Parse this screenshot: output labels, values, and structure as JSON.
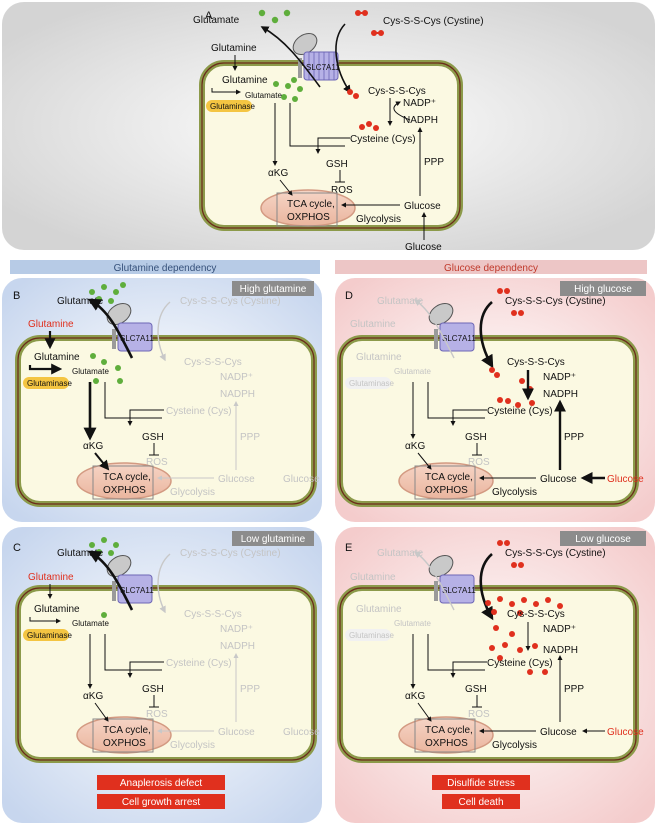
{
  "figure": {
    "panels": {
      "A": {
        "letter": "A"
      },
      "B": {
        "letter": "B",
        "badge": "High glutamine"
      },
      "C": {
        "letter": "C",
        "badge": "Low glutamine"
      },
      "D": {
        "letter": "D",
        "badge": "High glucose"
      },
      "E": {
        "letter": "E",
        "badge": "Low glucose"
      }
    },
    "headers": {
      "left": "Glutamine dependency",
      "right": "Glucose dependency"
    },
    "outcomes": {
      "left": [
        "Anaplerosis defect",
        "Cell growth arrest"
      ],
      "right": [
        "Disulfide stress",
        "Cell death"
      ]
    },
    "labels": {
      "glutamate": "Glutamate",
      "glutamine": "Glutamine",
      "cystine_out": "Cys-S-S-Cys (Cystine)",
      "slc": "SLC7A11",
      "glutaminase": "Glutaminase",
      "cystine_in": "Cys-S-S-Cys",
      "nadp": "NADP⁺",
      "nadph": "NADPH",
      "cysteine": "Cysteine (Cys)",
      "akg": "αKG",
      "gsh": "GSH",
      "ros": "ROS",
      "tca1": "TCA cycle,",
      "tca2": "OXPHOS",
      "glucose": "Glucose",
      "glycolysis": "Glycolysis",
      "ppp": "PPP"
    },
    "colors": {
      "dependency_left": "#b7cbe6",
      "dependency_right": "#edc6c6",
      "outcome_red": "#e0301e",
      "badge_gray": "#8c8c8c",
      "transporter": "#b6b1e6",
      "glutamate_dot": "#5fae3c",
      "cystine_dot": "#e0301e",
      "glutaminase": "#f4c542"
    }
  }
}
